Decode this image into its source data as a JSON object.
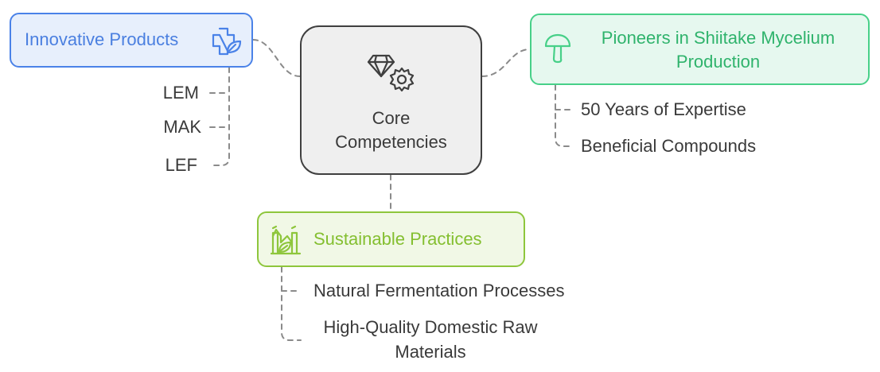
{
  "center": {
    "label_line1": "Core",
    "label_line2": "Competencies",
    "icon": "diamond-gear-icon"
  },
  "branches": {
    "innovative": {
      "label": "Innovative Products",
      "icon": "medical-cross-leaf-icon",
      "color": "#4a82e8",
      "items": [
        "LEM",
        "MAK",
        "LEF"
      ]
    },
    "pioneers": {
      "label_line1": "Pioneers in Shiitake Mycelium",
      "label_line2": "Production",
      "icon": "mushroom-icon",
      "color": "#47d088",
      "items": [
        "50 Years of Expertise",
        "Beneficial Compounds"
      ]
    },
    "sustainable": {
      "label": "Sustainable Practices",
      "icon": "eco-factory-icon",
      "color": "#8ec63c",
      "items": [
        "Natural Fermentation Processes",
        "High-Quality Domestic Raw",
        "Materials"
      ]
    }
  }
}
